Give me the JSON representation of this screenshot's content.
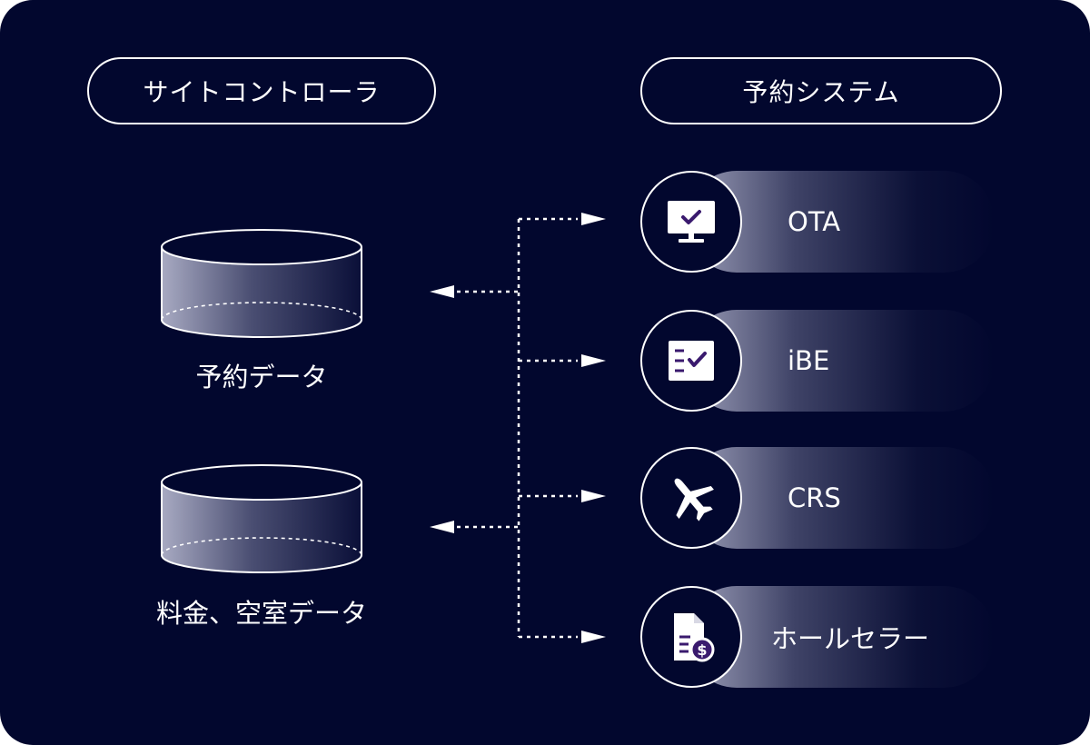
{
  "left_header": "サイトコントローラ",
  "right_header": "予約システム",
  "databases": [
    {
      "label": "予約データ"
    },
    {
      "label": "料金、空室データ"
    }
  ],
  "systems": [
    {
      "label": "OTA",
      "icon": "monitor-check-icon"
    },
    {
      "label": "iBE",
      "icon": "checklist-icon"
    },
    {
      "label": "CRS",
      "icon": "airplane-icon"
    },
    {
      "label": "ホールセラー",
      "icon": "invoice-dollar-icon"
    }
  ],
  "colors": {
    "background": "#02072e",
    "foreground": "#ffffff",
    "icon_accent": "#3a1a6e"
  }
}
